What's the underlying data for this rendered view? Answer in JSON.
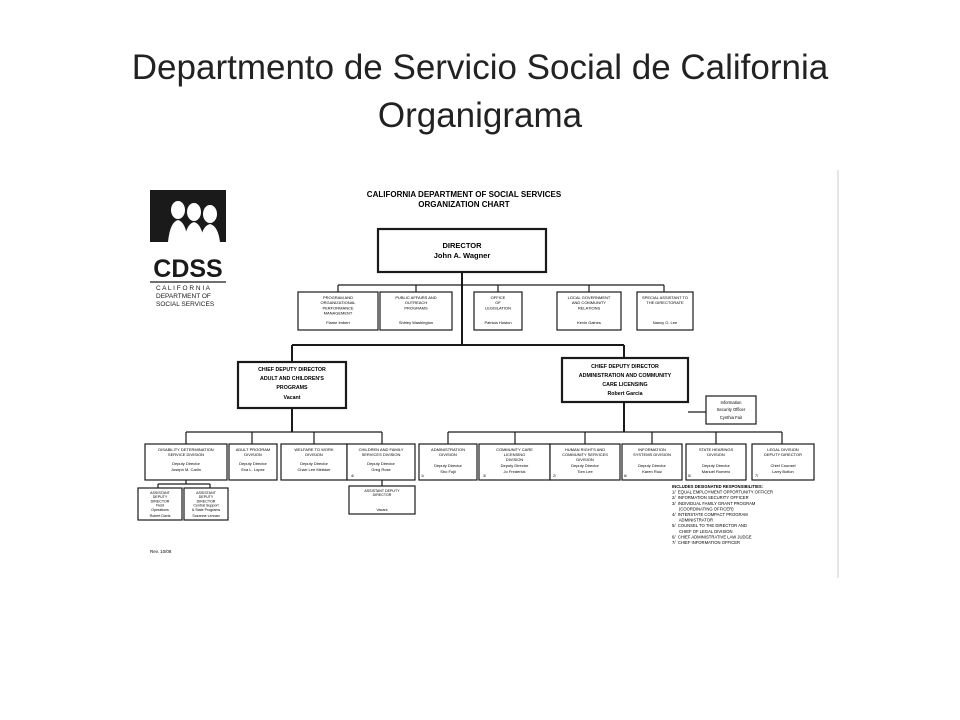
{
  "slide": {
    "title_line1": "Departmento de Servicio Social de California",
    "title_line2": "Organigrama"
  },
  "logo": {
    "acronym": "CDSS",
    "line1": "C A L I F O R N I A",
    "line2": "DEPARTMENT OF",
    "line3": "SOCIAL SERVICES"
  },
  "chart": {
    "header_line1": "CALIFORNIA DEPARTMENT OF SOCIAL SERVICES",
    "header_line2": "ORGANIZATION CHART",
    "director": {
      "title": "DIRECTOR",
      "name": "John A. Wagner"
    },
    "staff_offices": [
      {
        "lines": [
          "PROGRAM AND",
          "ORGANIZATIONAL",
          "PERFORMANCE",
          "MANAGEMENT"
        ],
        "name": "Flame Imbert"
      },
      {
        "lines": [
          "PUBLIC AFFAIRS AND",
          "OUTREACH",
          "PROGRAMS"
        ],
        "name": "Shirley Washington"
      },
      {
        "lines": [
          "OFFICE",
          "OF",
          "LEGISLATION"
        ],
        "name": "Patricia Huston"
      },
      {
        "lines": [
          "LOCAL GOVERNMENT",
          "AND COMMUNITY",
          "RELATIONS"
        ],
        "name": "Kevin Gaines"
      },
      {
        "lines": [
          "SPECIAL ASSISTANT TO",
          "THE DIRECTORATE"
        ],
        "name": "Nancy O. Lee"
      }
    ],
    "chief_left": {
      "lines": [
        "CHIEF DEPUTY DIRECTOR",
        "ADULT AND CHILDREN'S",
        "PROGRAMS"
      ],
      "name": "Vacant"
    },
    "chief_right": {
      "lines": [
        "CHIEF DEPUTY DIRECTOR",
        "ADMINISTRATION AND COMMUNITY",
        "CARE LICENSING"
      ],
      "name": "Robert Garcia"
    },
    "security": {
      "lines": [
        "Information",
        "Security Officer"
      ],
      "name": "Cynthia Fair"
    },
    "left_divisions": [
      {
        "lines": [
          "DISABILITY DETERMINATION",
          "SERVICE DIVISION"
        ],
        "role": "Deputy Director",
        "name": "Joseph M. Carlin"
      },
      {
        "lines": [
          "ADULT PROGRAM",
          "DIVISION"
        ],
        "role": "Deputy Director",
        "name": "Eva L. Lopez"
      },
      {
        "lines": [
          "WELFARE TO WORK",
          "DIVISION"
        ],
        "role": "Deputy Director",
        "name": "Charr Lee Metsker"
      },
      {
        "lines": [
          "CHILDREN AND FAMILY",
          "SERVICES DIVISION"
        ],
        "role": "Deputy Director",
        "name": "Greg Rose"
      }
    ],
    "sub_boxes": [
      {
        "lines": [
          "ASSISTANT",
          "DEPUTY",
          "DIRECTOR",
          "Field",
          "Operations"
        ],
        "name": "Robert Davis"
      },
      {
        "lines": [
          "ASSISTANT",
          "DEPUTY",
          "DIRECTOR",
          "Central Support",
          "& State Programs"
        ],
        "name": "Suzanne Lennan"
      },
      {
        "lines": [
          "ASSISTANT DEPUTY",
          "DIRECTOR"
        ],
        "name": "Vacant"
      }
    ],
    "right_divisions": [
      {
        "lines": [
          "ADMINISTRATION",
          "DIVISION"
        ],
        "role": "Deputy Director",
        "name": "Sho Fujii"
      },
      {
        "lines": [
          "COMMUNITY CARE",
          "LICENSING",
          "DIVISION"
        ],
        "role": "Deputy Director",
        "name": "Jo Frederick"
      },
      {
        "lines": [
          "HUMAN RIGHTS AND",
          "COMMUNITY SERVICES",
          "DIVISION"
        ],
        "role": "Deputy Director",
        "name": "Tom Lee"
      },
      {
        "lines": [
          "INFORMATION",
          "SYSTEMS DIVISION"
        ],
        "role": "Deputy Director",
        "name": "Karen Ruiz"
      },
      {
        "lines": [
          "STATE HEARINGS",
          "DIVISION"
        ],
        "role": "Deputy Director",
        "name": "Manuel Romero"
      },
      {
        "lines": [
          "LEGAL DIVISION",
          "DEPUTY DIRECTOR"
        ],
        "role": "Chief Counsel",
        "name": "Larry Bolton"
      }
    ],
    "notes": [
      "INCLUDES DESIGNATED RESPONSIBILITIES:",
      "1/  EQUAL EMPLOYMENT OPPORTUNITY OFFICER",
      "2/  INFORMATION SECURITY OFFICER",
      "3/  INDIVIDUAL FAMILY GRANT PROGRAM",
      "      (COORDINATING OFFICER)",
      "4/  INTERSTATE COMPACT PROGRAM",
      "      ADMINISTRATOR",
      "5/  COUNSEL TO THE DIRECTOR AND",
      "      CHIEF OF LEGAL DIVISION",
      "6/  CHIEF ADMINISTRATIVE LAW JUDGE",
      "7/  CHIEF INFORMATION OFFICER"
    ],
    "footnote_marks": [
      "4/",
      "1/",
      "3/",
      "2/",
      "6/",
      "5/",
      "7/"
    ],
    "revision": "Rev. 10/08"
  }
}
